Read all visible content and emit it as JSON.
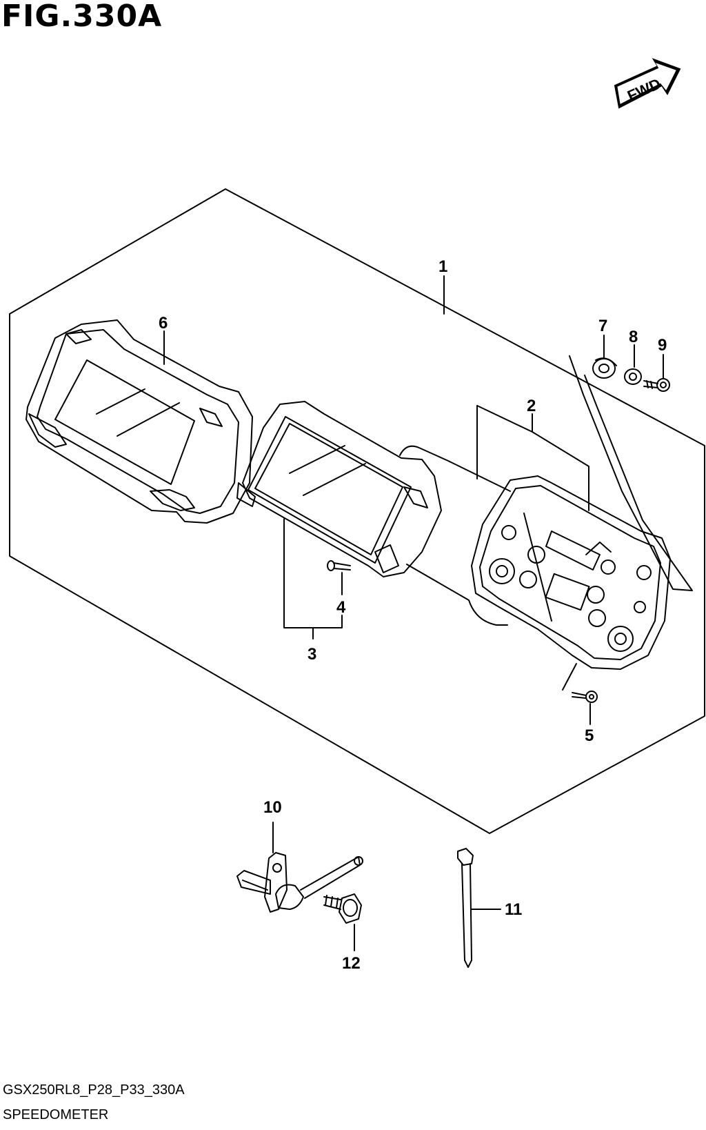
{
  "figure": {
    "title": "FIG.330A",
    "fwd_label": "FWD"
  },
  "callouts": [
    {
      "id": "1",
      "label": "1"
    },
    {
      "id": "2",
      "label": "2"
    },
    {
      "id": "3",
      "label": "3"
    },
    {
      "id": "4",
      "label": "4"
    },
    {
      "id": "5",
      "label": "5"
    },
    {
      "id": "6",
      "label": "6"
    },
    {
      "id": "7",
      "label": "7"
    },
    {
      "id": "8",
      "label": "8"
    },
    {
      "id": "9",
      "label": "9"
    },
    {
      "id": "10",
      "label": "10"
    },
    {
      "id": "11",
      "label": "11"
    },
    {
      "id": "12",
      "label": "12"
    }
  ],
  "footer": {
    "model_code": "GSX250RL8_P28_P33_330A",
    "section_name": "SPEEDOMETER"
  },
  "icons": {
    "fwd_arrow": "fwd-arrow-icon"
  }
}
